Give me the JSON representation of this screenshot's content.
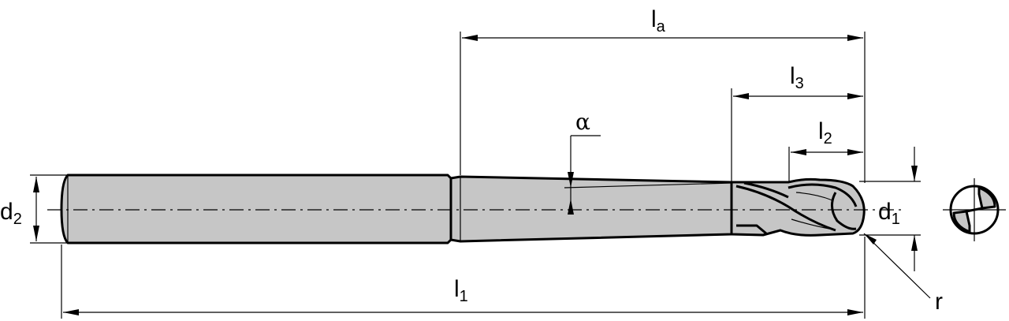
{
  "labels": {
    "la": {
      "main": "l",
      "sub": "a"
    },
    "l3": {
      "main": "l",
      "sub": "3"
    },
    "l2": {
      "main": "l",
      "sub": "2"
    },
    "l1": {
      "main": "l",
      "sub": "1"
    },
    "d2": {
      "main": "d",
      "sub": "2"
    },
    "d1": {
      "main": "d",
      "sub": "1"
    },
    "alpha": "α",
    "r": "r"
  },
  "colors": {
    "body_fill": "#c6c6c6",
    "line": "#000000"
  }
}
